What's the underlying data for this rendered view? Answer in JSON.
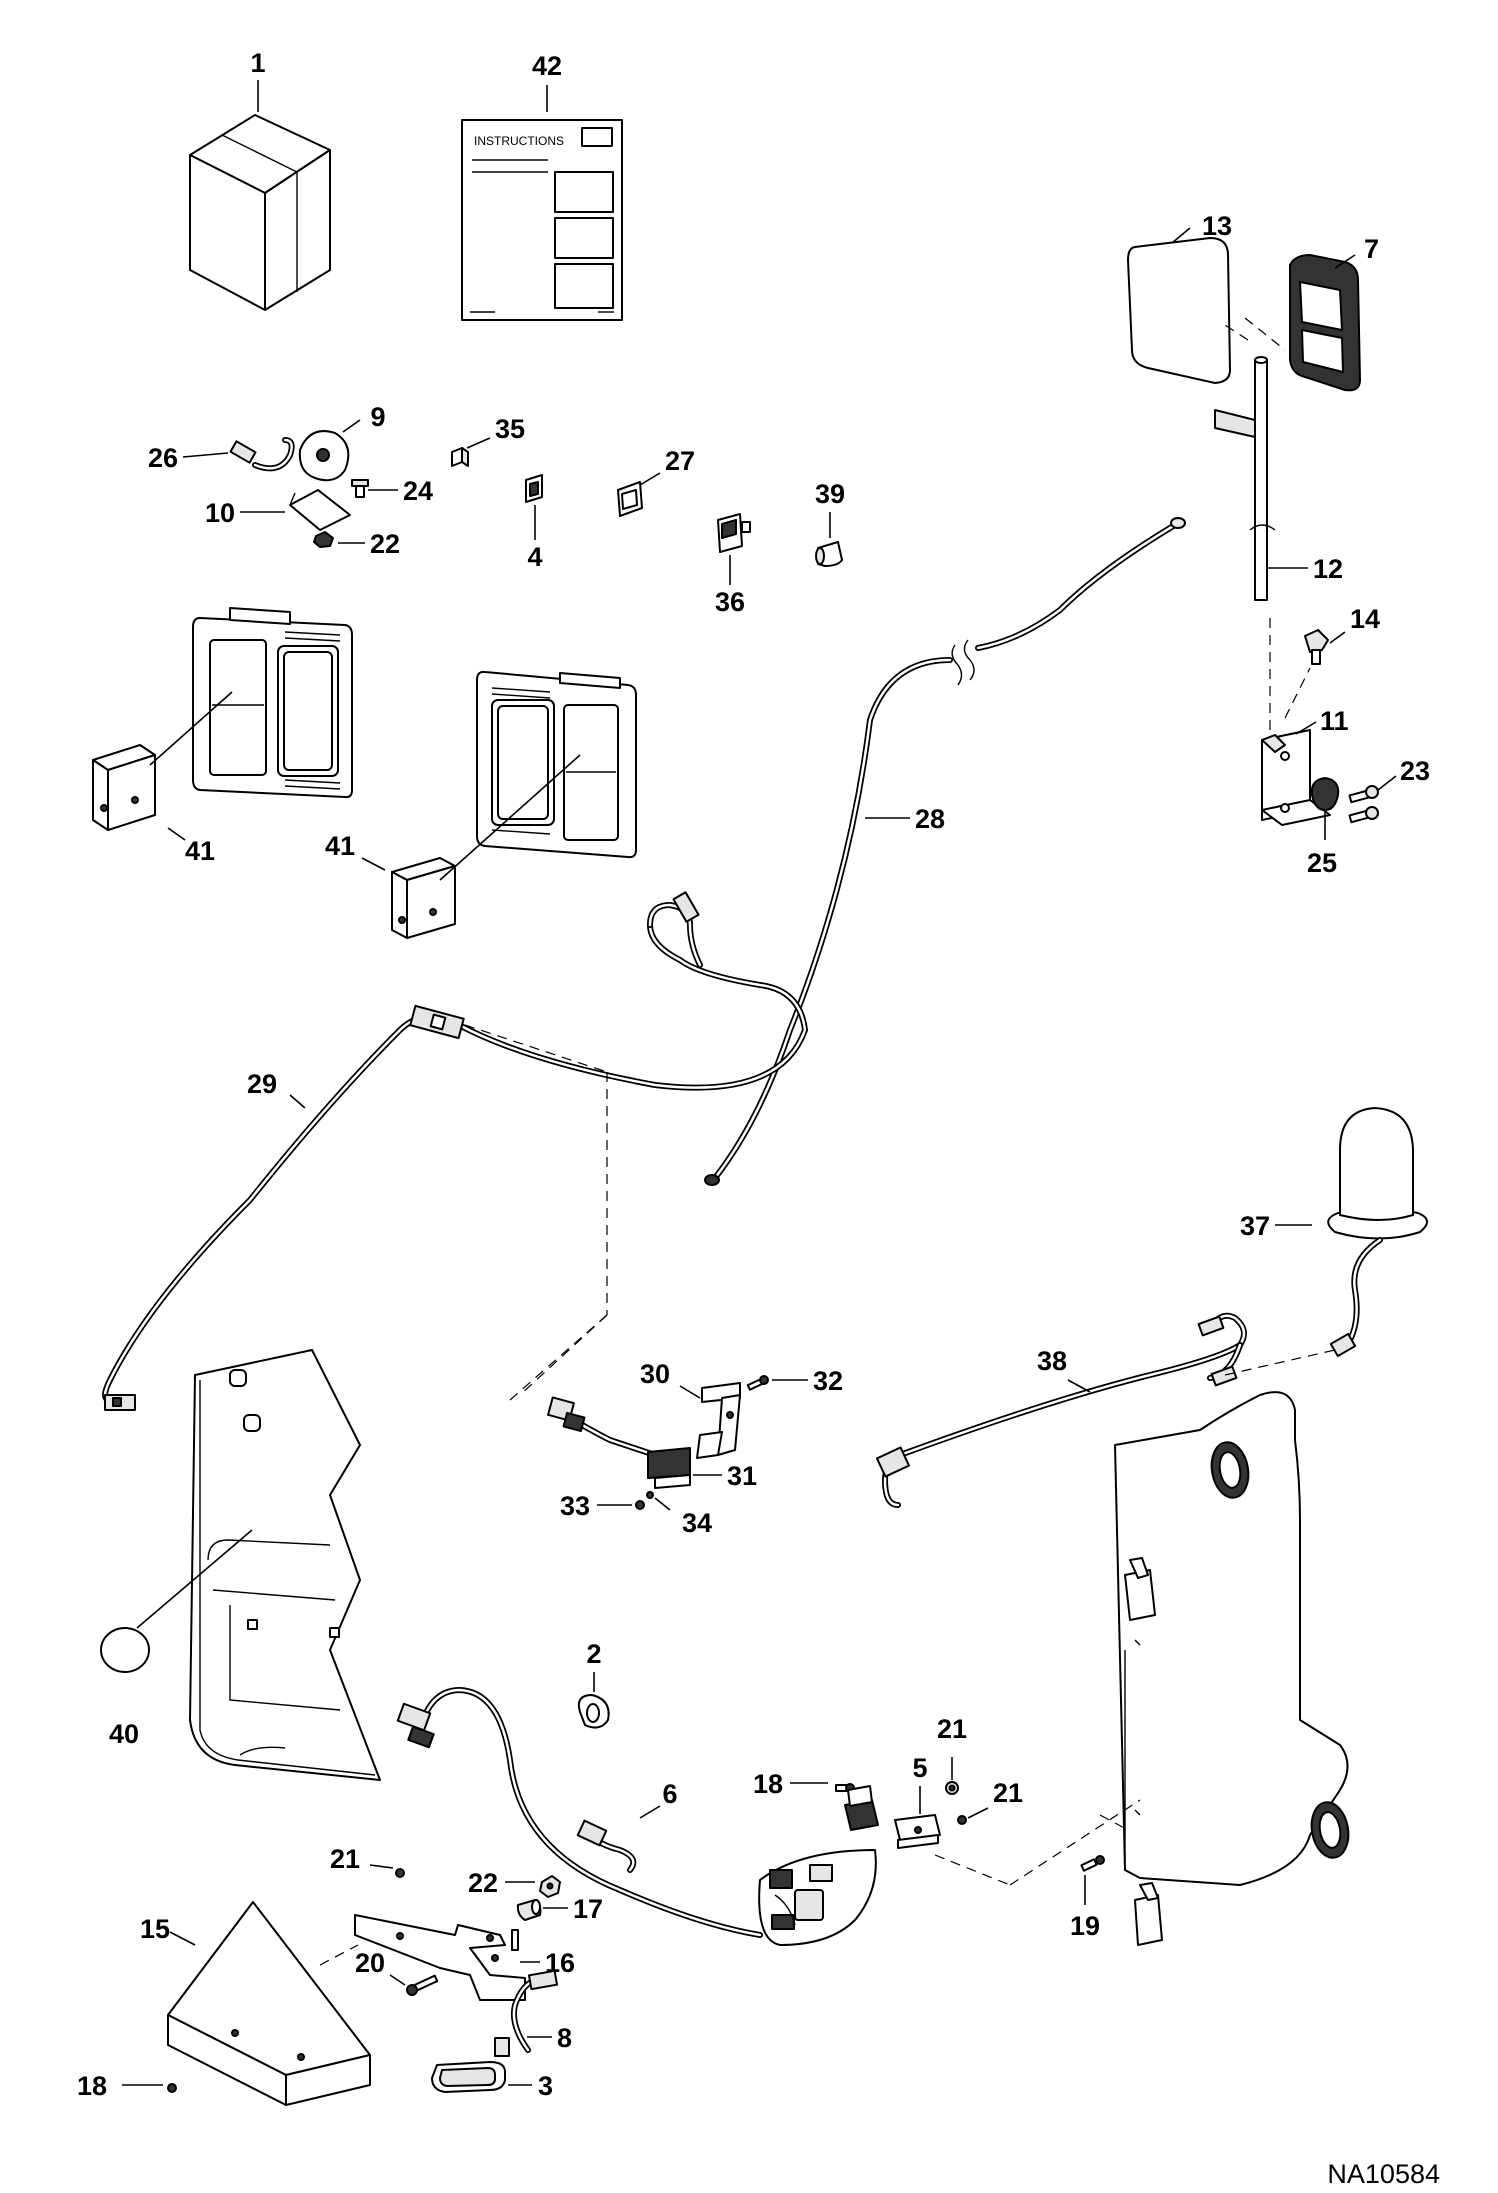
{
  "figure_id": "NA10584",
  "instructions_sheet_title": "INSTRUCTIONS",
  "callouts": [
    {
      "id": "c1",
      "label": "1"
    },
    {
      "id": "c42",
      "label": "42"
    },
    {
      "id": "c13",
      "label": "13"
    },
    {
      "id": "c7",
      "label": "7"
    },
    {
      "id": "c26",
      "label": "26"
    },
    {
      "id": "c9",
      "label": "9"
    },
    {
      "id": "c35",
      "label": "35"
    },
    {
      "id": "c27",
      "label": "27"
    },
    {
      "id": "c39",
      "label": "39"
    },
    {
      "id": "c24",
      "label": "24"
    },
    {
      "id": "c10",
      "label": "10"
    },
    {
      "id": "c22a",
      "label": "22"
    },
    {
      "id": "c4",
      "label": "4"
    },
    {
      "id": "c36",
      "label": "36"
    },
    {
      "id": "c12",
      "label": "12"
    },
    {
      "id": "c14",
      "label": "14"
    },
    {
      "id": "c11",
      "label": "11"
    },
    {
      "id": "c23",
      "label": "23"
    },
    {
      "id": "c25",
      "label": "25"
    },
    {
      "id": "c41a",
      "label": "41"
    },
    {
      "id": "c41b",
      "label": "41"
    },
    {
      "id": "c28",
      "label": "28"
    },
    {
      "id": "c29",
      "label": "29"
    },
    {
      "id": "c37",
      "label": "37"
    },
    {
      "id": "c38",
      "label": "38"
    },
    {
      "id": "c30",
      "label": "30"
    },
    {
      "id": "c32",
      "label": "32"
    },
    {
      "id": "c31",
      "label": "31"
    },
    {
      "id": "c33",
      "label": "33"
    },
    {
      "id": "c34",
      "label": "34"
    },
    {
      "id": "c40",
      "label": "40"
    },
    {
      "id": "c2",
      "label": "2"
    },
    {
      "id": "c6",
      "label": "6"
    },
    {
      "id": "c21a",
      "label": "21"
    },
    {
      "id": "c18a",
      "label": "18"
    },
    {
      "id": "c5",
      "label": "5"
    },
    {
      "id": "c21b",
      "label": "21"
    },
    {
      "id": "c19",
      "label": "19"
    },
    {
      "id": "c21c",
      "label": "21"
    },
    {
      "id": "c22b",
      "label": "22"
    },
    {
      "id": "c17",
      "label": "17"
    },
    {
      "id": "c15",
      "label": "15"
    },
    {
      "id": "c16",
      "label": "16"
    },
    {
      "id": "c20",
      "label": "20"
    },
    {
      "id": "c8",
      "label": "8"
    },
    {
      "id": "c3",
      "label": "3"
    },
    {
      "id": "c18b",
      "label": "18"
    }
  ]
}
